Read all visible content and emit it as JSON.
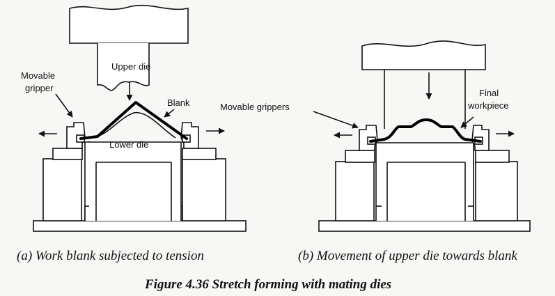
{
  "diagram_a": {
    "upper_die_label": "Upper die",
    "gripper_label": "Movable\ngripper",
    "blank_label": "Blank",
    "lower_die_label": "Lower die",
    "caption": "(a) Work blank subjected to tension"
  },
  "diagram_b": {
    "grippers_label": "Movable grippers",
    "workpiece_label": "Final\nworkpiece",
    "caption": "(b) Movement of upper die towards blank"
  },
  "figure_title": "Figure 4.36 Stretch forming with mating dies"
}
